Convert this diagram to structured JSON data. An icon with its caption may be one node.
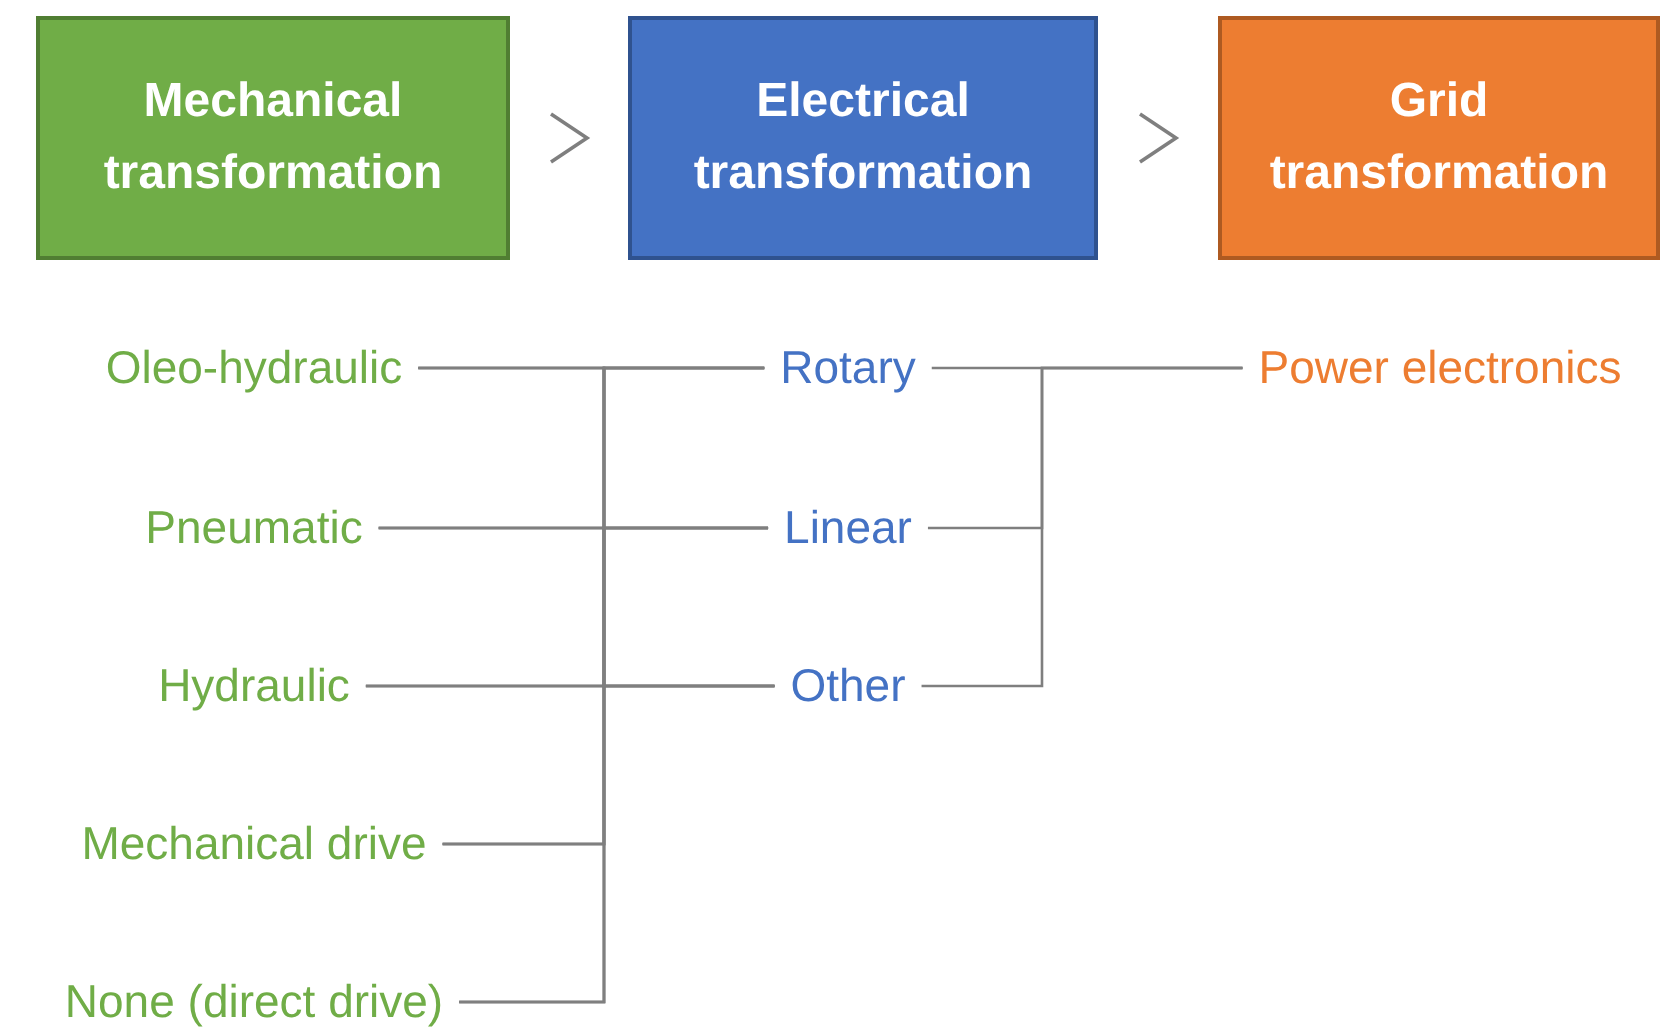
{
  "diagram": {
    "nodes": [
      {
        "text": [
          "Mechanical transformation"
        ]
      },
      {
        "text": [
          "Electrical transformation"
        ]
      },
      {
        "text": [
          "Grid transformation"
        ]
      },
      {
        "text": [
          "Oleo-hydraulic"
        ]
      },
      {
        "text": [
          "Pneumatic"
        ]
      },
      {
        "text": [
          "Hydraulic"
        ]
      },
      {
        "text": [
          "Mechanical drive"
        ]
      },
      {
        "text": [
          "None (direct drive)"
        ]
      },
      {
        "text": [
          "Rotary"
        ]
      },
      {
        "text": [
          "Linear"
        ]
      },
      {
        "text": [
          "Other"
        ]
      },
      {
        "text": [
          "Power electronics"
        ]
      }
    ],
    "edges": [
      {
        "from": 0,
        "to": 1,
        "arrow": "to"
      },
      {
        "from": 1,
        "to": 2,
        "arrow": "to"
      },
      {
        "from": 3,
        "to": 8,
        "arrow": "none"
      },
      {
        "from": 3,
        "to": 9,
        "arrow": "none"
      },
      {
        "from": 3,
        "to": 10,
        "arrow": "none"
      },
      {
        "from": 4,
        "to": 8,
        "arrow": "none"
      },
      {
        "from": 4,
        "to": 9,
        "arrow": "none"
      },
      {
        "from": 4,
        "to": 10,
        "arrow": "none"
      },
      {
        "from": 5,
        "to": 8,
        "arrow": "none"
      },
      {
        "from": 5,
        "to": 9,
        "arrow": "none"
      },
      {
        "from": 5,
        "to": 10,
        "arrow": "none"
      },
      {
        "from": 6,
        "to": 8,
        "arrow": "none"
      },
      {
        "from": 6,
        "to": 9,
        "arrow": "none"
      },
      {
        "from": 6,
        "to": 10,
        "arrow": "none"
      },
      {
        "from": 7,
        "to": 8,
        "arrow": "none"
      },
      {
        "from": 7,
        "to": 9,
        "arrow": "none"
      },
      {
        "from": 7,
        "to": 10,
        "arrow": "none"
      },
      {
        "from": 8,
        "to": 11,
        "arrow": "none"
      },
      {
        "from": 9,
        "to": 11,
        "arrow": "none"
      },
      {
        "from": 10,
        "to": 11,
        "arrow": "none"
      }
    ]
  }
}
